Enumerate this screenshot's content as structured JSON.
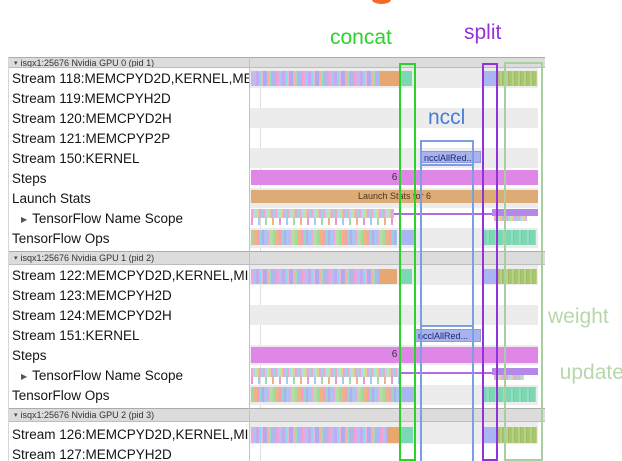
{
  "annotations": {
    "concat": "concat",
    "split": "split",
    "nccl": "nccl",
    "weight_update_line1": "weight",
    "weight_update_line2": "update",
    "colors": {
      "concat": "#2bd22b",
      "split": "#9133d9",
      "nccl": "#4a7cd6",
      "weight_update": "#b7d7ab"
    }
  },
  "icons": {
    "group_expanded_triangle": "▾",
    "row_collapsed_triangle": "▶"
  },
  "bars": {
    "step_label": "6",
    "launch_stats_label": "Launch Stats for 6",
    "nccl_kernel_label": "ncclAllRed..."
  },
  "groups": [
    {
      "header": "isqx1:25676 Nvidia GPU 0 (pid 1)",
      "rows": [
        {
          "label": "Stream 118:MEMCPYD2D,KERNEL,ME"
        },
        {
          "label": "Stream 119:MEMCPYH2D"
        },
        {
          "label": "Stream 120:MEMCPYD2H"
        },
        {
          "label": "Stream 121:MEMCPYP2P"
        },
        {
          "label": "Stream 150:KERNEL"
        },
        {
          "label": "Steps"
        },
        {
          "label": "Launch Stats"
        },
        {
          "label": "TensorFlow Name Scope"
        },
        {
          "label": "TensorFlow Ops"
        }
      ]
    },
    {
      "header": "isqx1:25676 Nvidia GPU 1 (pid 2)",
      "rows": [
        {
          "label": "Stream 122:MEMCPYD2D,KERNEL,MI"
        },
        {
          "label": "Stream 123:MEMCPYH2D"
        },
        {
          "label": "Stream 124:MEMCPYD2H"
        },
        {
          "label": "Stream 151:KERNEL"
        },
        {
          "label": "Steps"
        },
        {
          "label": "TensorFlow Name Scope"
        },
        {
          "label": "TensorFlow Ops"
        }
      ]
    },
    {
      "header": "isqx1:25676 Nvidia GPU 2 (pid 3)",
      "rows": [
        {
          "label": "Stream 126:MEMCPYD2D,KERNEL,MI"
        },
        {
          "label": "Stream 127:MEMCPYH2D"
        }
      ]
    }
  ]
}
